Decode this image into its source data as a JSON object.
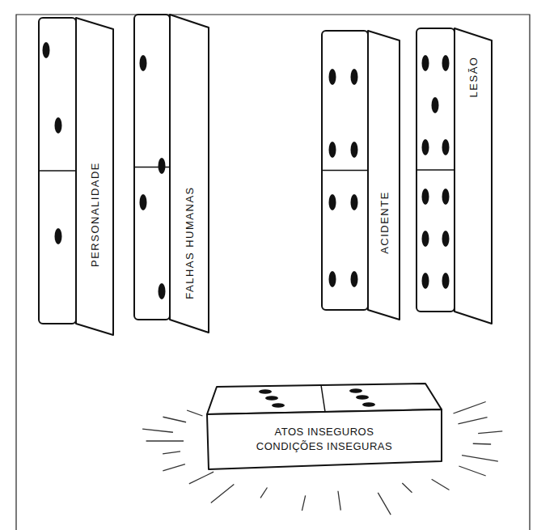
{
  "diagram": {
    "nodes": [
      {
        "text": [
          "PERSONALIDADE"
        ]
      },
      {
        "text": [
          "FALHAS HUMANAS"
        ]
      },
      {
        "text": [
          "ACIDENTE"
        ]
      },
      {
        "text": [
          "LESÃO"
        ]
      },
      {
        "text": [
          "ATOS INSEGUROS",
          "CONDIÇÕES INSEGURAS"
        ]
      }
    ]
  }
}
